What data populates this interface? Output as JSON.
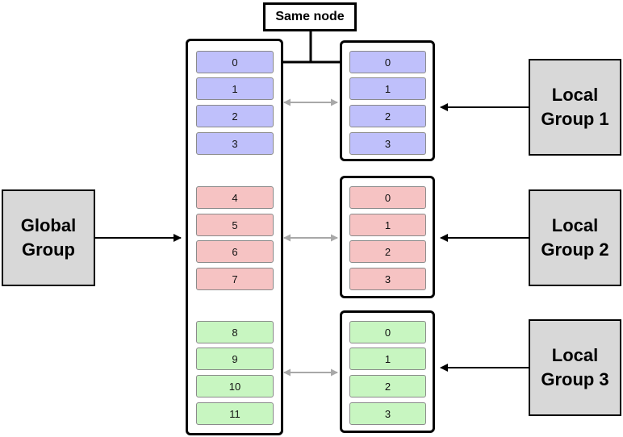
{
  "callout": {
    "text": "Same node"
  },
  "global_group": {
    "label": "Global\nGroup",
    "ranks": [
      {
        "label": "0",
        "group": "blue"
      },
      {
        "label": "1",
        "group": "blue"
      },
      {
        "label": "2",
        "group": "blue"
      },
      {
        "label": "3",
        "group": "blue"
      },
      {
        "label": "4",
        "group": "red"
      },
      {
        "label": "5",
        "group": "red"
      },
      {
        "label": "6",
        "group": "red"
      },
      {
        "label": "7",
        "group": "red"
      },
      {
        "label": "8",
        "group": "green"
      },
      {
        "label": "9",
        "group": "green"
      },
      {
        "label": "10",
        "group": "green"
      },
      {
        "label": "11",
        "group": "green"
      }
    ]
  },
  "local_groups": [
    {
      "label": "Local\nGroup 1",
      "color": "blue",
      "ranks": [
        "0",
        "1",
        "2",
        "3"
      ]
    },
    {
      "label": "Local\nGroup 2",
      "color": "red",
      "ranks": [
        "0",
        "1",
        "2",
        "3"
      ]
    },
    {
      "label": "Local\nGroup 3",
      "color": "green",
      "ranks": [
        "0",
        "1",
        "2",
        "3"
      ]
    }
  ],
  "colors": {
    "blue": "#bfc0fb",
    "red": "#f6c3c3",
    "green": "#c8f6c1",
    "label_box_fill": "#d8d8d8",
    "mapping_arrow": "#a8a8a8"
  }
}
